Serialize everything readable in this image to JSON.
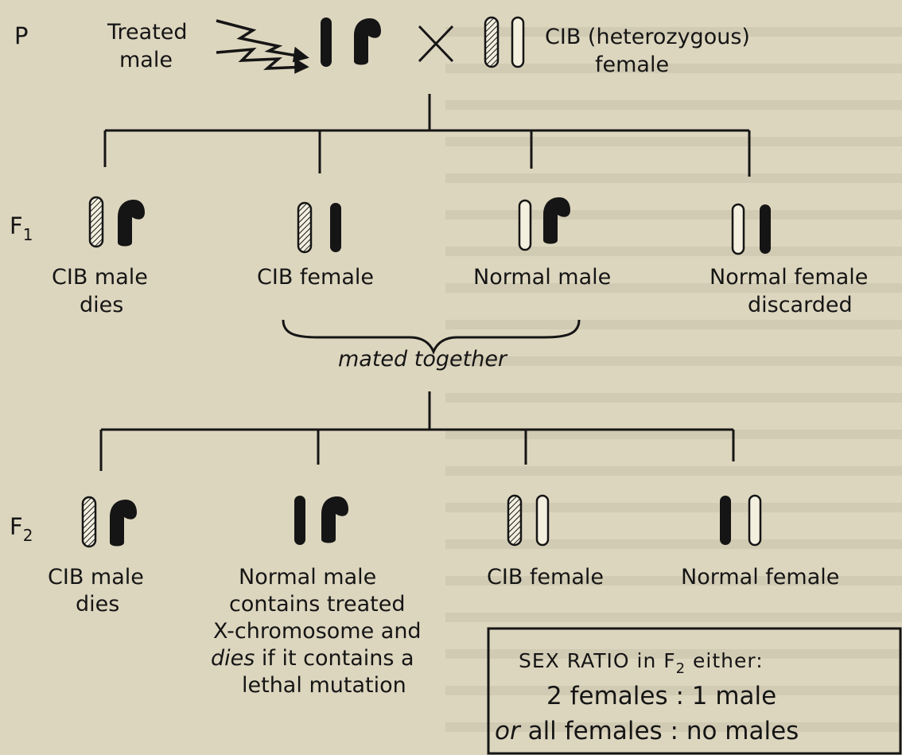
{
  "generations": {
    "p": "P",
    "f1": "F1",
    "f2": "F2"
  },
  "parents": {
    "treated_male_line1": "Treated",
    "treated_male_line2": "male",
    "cib_female_line1": "CIB (heterozygous)",
    "cib_female_line2": "female",
    "cross_symbol": "×"
  },
  "f1": {
    "cib_male_line1": "CIB male",
    "cib_male_line2": "dies",
    "cib_female": "CIB female",
    "normal_male": "Normal male",
    "normal_female_line1": "Normal female",
    "normal_female_line2": "discarded",
    "mated_together": "mated together"
  },
  "f2": {
    "cib_male_line1": "CIB male",
    "cib_male_line2": "dies",
    "normal_male_line1": "Normal male",
    "normal_male_line2": "contains treated",
    "normal_male_line3": "X-chromosome and",
    "normal_male_line4_italic": "dies",
    "normal_male_line4_rest": " if it contains a",
    "normal_male_line5": "lethal mutation",
    "cib_female": "CIB female",
    "normal_female": "Normal female"
  },
  "sex_ratio_box": {
    "title_prefix": "SEX RATIO in F",
    "title_subscript": "2",
    "title_suffix": " either:",
    "line1": "2 females : 1 male",
    "line2_italic": "or",
    "line2_rest": " all females : no males"
  },
  "colors": {
    "background": "#ddd6bf",
    "ink": "#151515"
  }
}
